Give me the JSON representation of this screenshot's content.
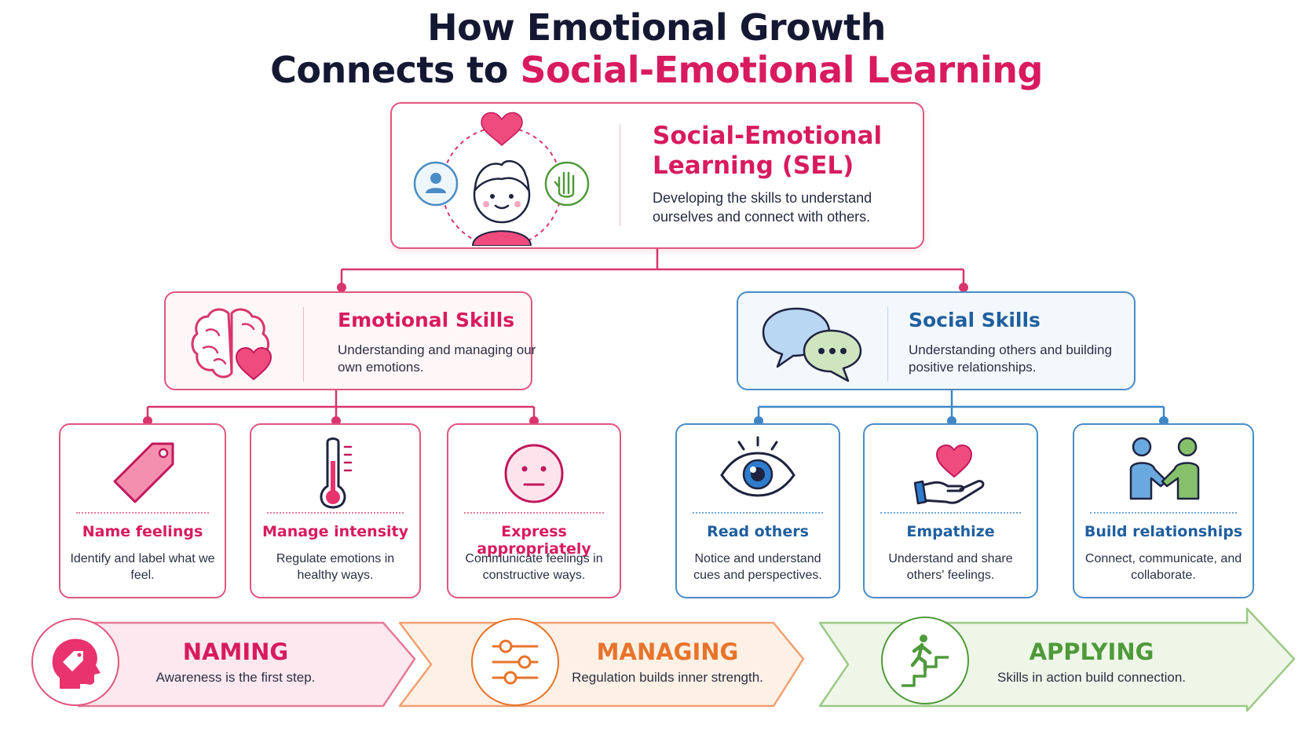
{
  "title": {
    "line1": "How Emotional Growth",
    "line2_prefix": "Connects to ",
    "line2_accent": "Social-Emotional Learning"
  },
  "root": {
    "title": "Social-Emotional Learning (SEL)",
    "description": "Developing the skills to understand ourselves and connect with others."
  },
  "branches": {
    "emotional": {
      "title": "Emotional Skills",
      "description": "Understanding and managing our own emotions."
    },
    "social": {
      "title": "Social Skills",
      "description": "Understanding others and building positive relationships."
    }
  },
  "skills": [
    {
      "name": "Name feelings",
      "description": "Identify and label what we feel.",
      "icon": "tag-icon"
    },
    {
      "name": "Manage intensity",
      "description": "Regulate emotions in healthy ways.",
      "icon": "thermometer-icon"
    },
    {
      "name": "Express appropriately",
      "description": "Communicate feelings in constructive ways.",
      "icon": "neutral-face-icon"
    },
    {
      "name": "Read others",
      "description": "Notice and understand cues and perspectives.",
      "icon": "eye-icon"
    },
    {
      "name": "Empathize",
      "description": "Understand and share others' feelings.",
      "icon": "heart-in-hand-icon"
    },
    {
      "name": "Build relationships",
      "description": "Connect, communicate, and collaborate.",
      "icon": "handshake-icon"
    }
  ],
  "stages": [
    {
      "label": "NAMING",
      "description": "Awareness is the first step.",
      "icon": "head-tag-icon",
      "color": "#d81b5e"
    },
    {
      "label": "MANAGING",
      "description": "Regulation builds inner strength.",
      "icon": "sliders-icon",
      "color": "#e8732a"
    },
    {
      "label": "APPLYING",
      "description": "Skills in action build connection.",
      "icon": "climbing-stairs-icon",
      "color": "#4f9a3a"
    }
  ],
  "colors": {
    "pink": "#d81b5e",
    "blue": "#1f5f9e",
    "orange": "#e8732a",
    "green": "#4f9a3a"
  }
}
